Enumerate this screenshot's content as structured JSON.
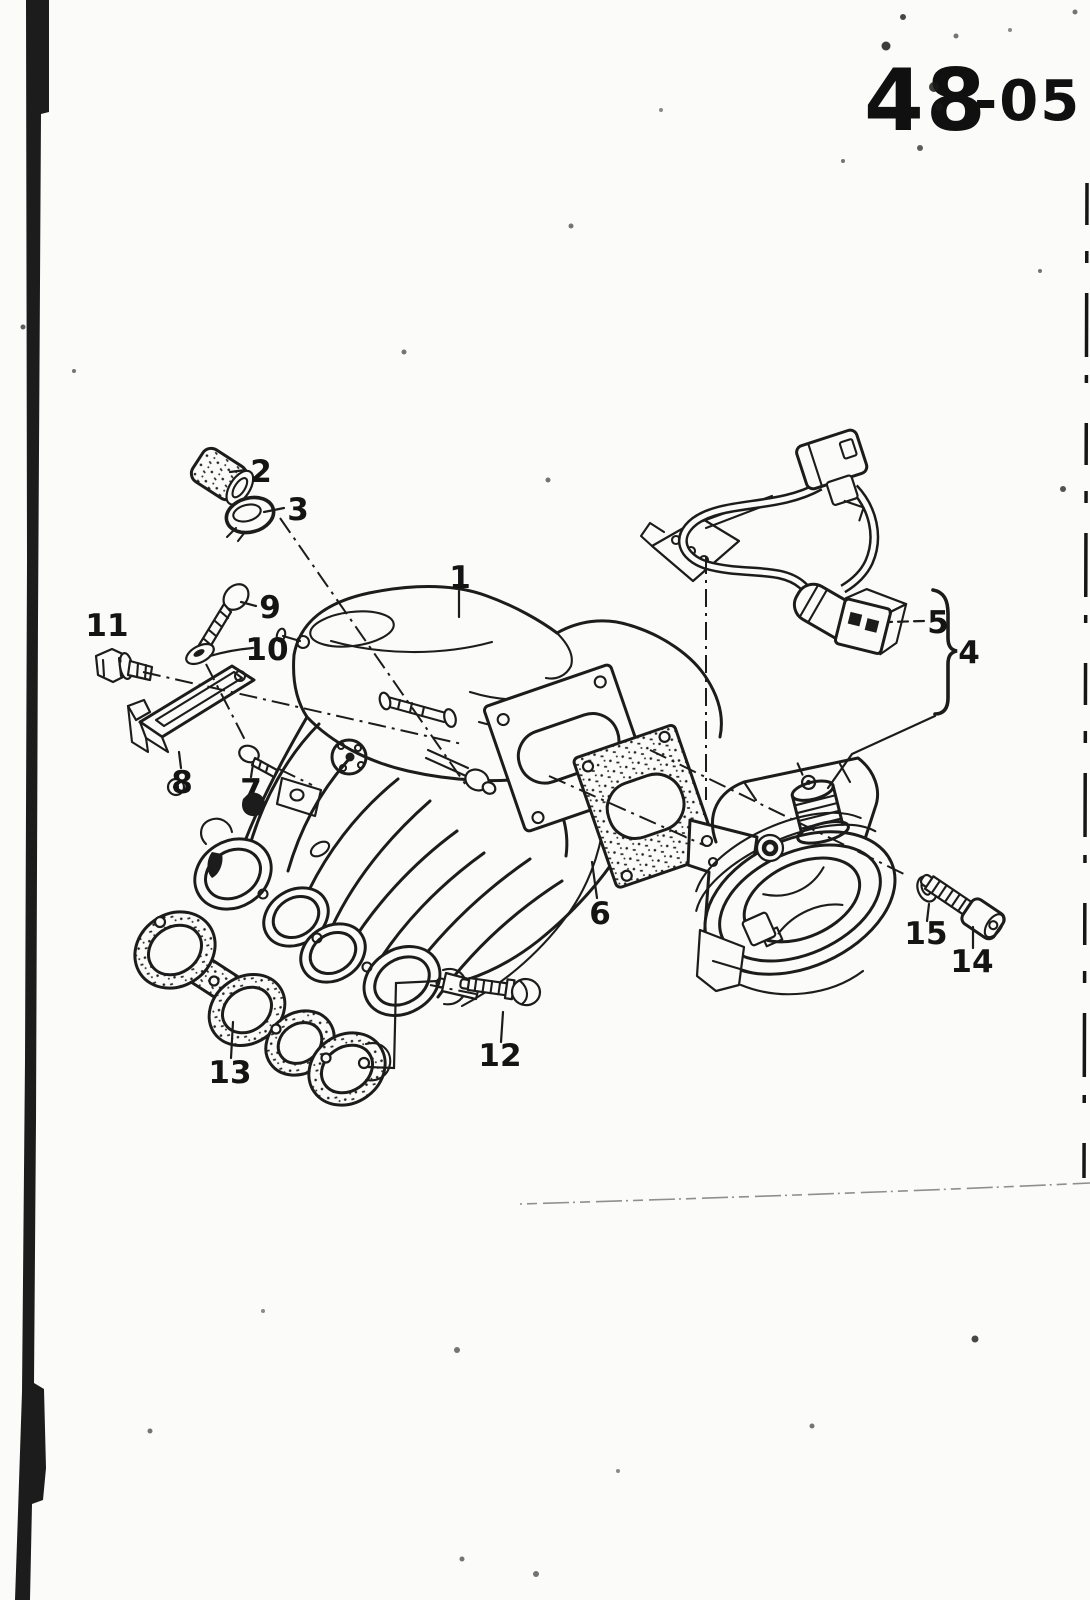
{
  "page": {
    "code_main": "48",
    "code_suffix": "-05",
    "code_full": "48-05"
  },
  "callouts": [
    {
      "label": "1"
    },
    {
      "label": "2"
    },
    {
      "label": "3"
    },
    {
      "label": "4"
    },
    {
      "label": "5"
    },
    {
      "label": "6"
    },
    {
      "label": "7"
    },
    {
      "label": "8"
    },
    {
      "label": "9"
    },
    {
      "label": "10"
    },
    {
      "label": "11"
    },
    {
      "label": "12"
    },
    {
      "label": "13"
    },
    {
      "label": "14"
    },
    {
      "label": "15"
    }
  ]
}
